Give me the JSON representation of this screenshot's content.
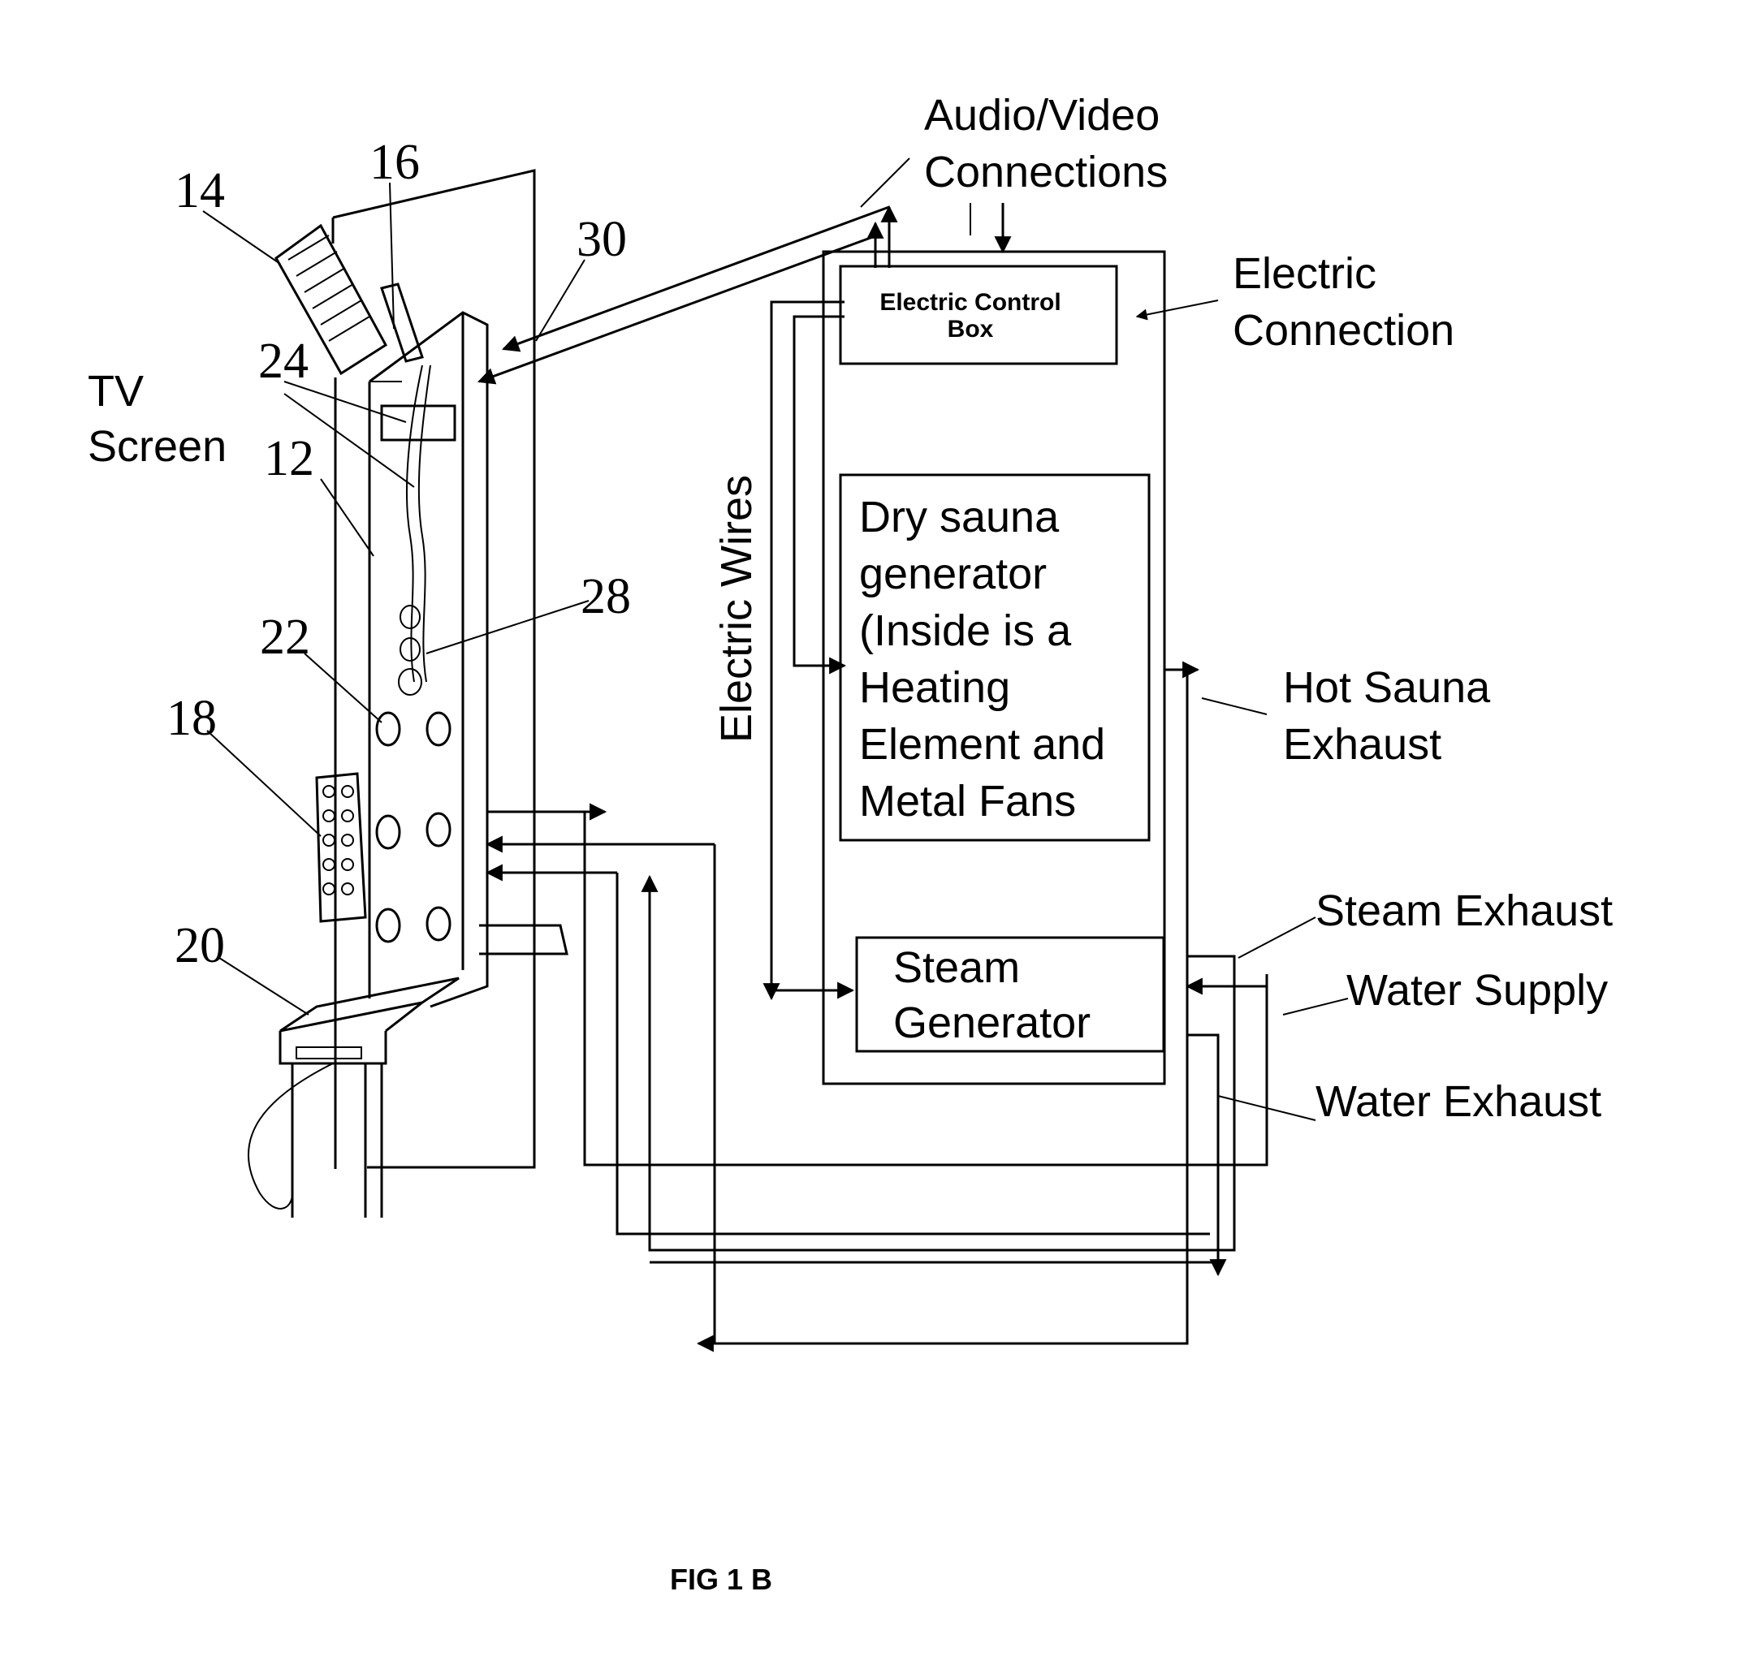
{
  "figure": {
    "caption": "FIG 1 B",
    "reference_numbers": {
      "n14": "14",
      "n16": "16",
      "n30": "30",
      "n24": "24",
      "n12": "12",
      "n22": "22",
      "n28": "28",
      "n18": "18",
      "n20": "20"
    },
    "labels": {
      "audio_video_1": "Audio/Video",
      "audio_video_2": "Connections",
      "electric_connection_1": "Electric",
      "electric_connection_2": "Connection",
      "tv_1": "TV",
      "tv_2": "Screen",
      "electric_wires": "Electric Wires",
      "hot_sauna_1": "Hot Sauna",
      "hot_sauna_2": "Exhaust",
      "steam_exhaust": "Steam Exhaust",
      "water_supply": "Water Supply",
      "water_exhaust": "Water Exhaust"
    },
    "boxes": {
      "control_box_1": "Electric Control",
      "control_box_2": "Box",
      "dry_sauna_1": "Dry sauna",
      "dry_sauna_2": "generator",
      "dry_sauna_3": "(Inside is a",
      "dry_sauna_4": "Heating",
      "dry_sauna_5": "Element and",
      "dry_sauna_6": "Metal Fans",
      "steam_gen_1": "Steam",
      "steam_gen_2": "Generator"
    }
  }
}
